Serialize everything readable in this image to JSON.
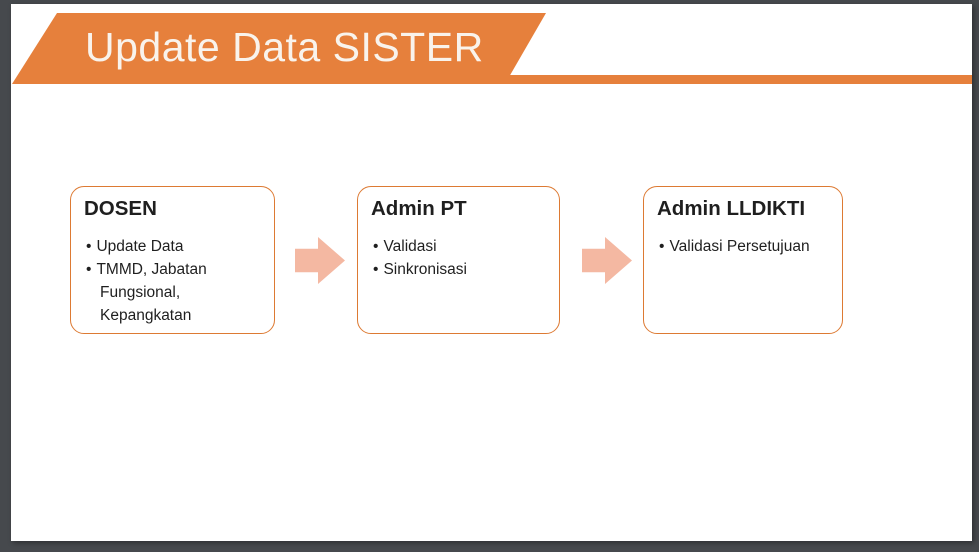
{
  "slide": {
    "title": "Update Data SISTER",
    "bullet_glyph": "•",
    "colors": {
      "accent": "#E6803C",
      "accent-border": "#DD7A33",
      "arrow": "#F4B8A2",
      "frame": "#46494D",
      "title-text": "#F9F3EC",
      "body-text": "#1F1F1F"
    },
    "steps": [
      {
        "title": "DOSEN",
        "bullets": [
          "Update Data",
          "TMMD, Jabatan Fungsional, Kepangkatan"
        ]
      },
      {
        "title": "Admin PT",
        "bullets": [
          "Validasi",
          "Sinkronisasi"
        ]
      },
      {
        "title": "Admin LLDIKTI",
        "bullets": [
          "Validasi Persetujuan"
        ]
      }
    ]
  }
}
